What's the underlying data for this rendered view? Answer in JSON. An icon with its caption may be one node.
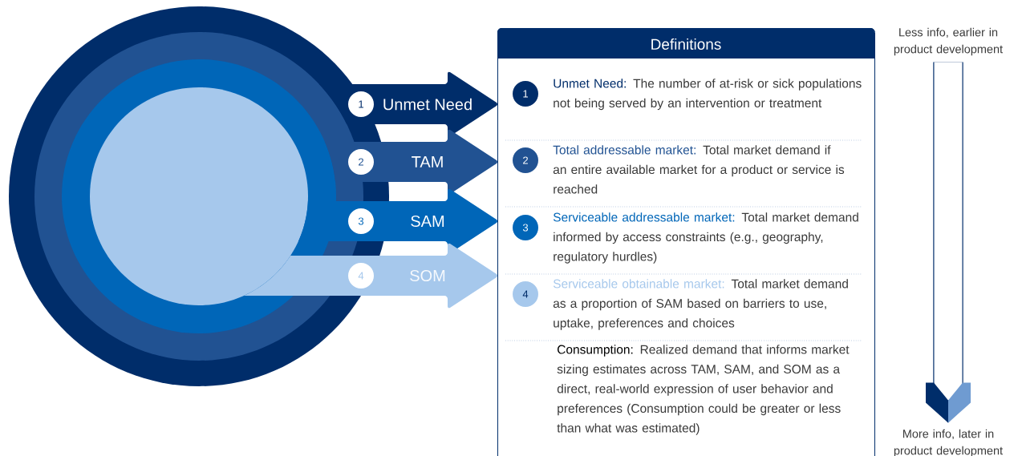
{
  "diagram": {
    "nodes": [
      {
        "text": [
          "1",
          "Unmet Need"
        ]
      },
      {
        "text": [
          "2",
          "TAM"
        ]
      },
      {
        "text": [
          "3",
          "SAM"
        ]
      },
      {
        "text": [
          "4",
          "SOM"
        ]
      },
      {
        "text": [
          "Definitions"
        ]
      },
      {
        "text": [
          "1",
          "Unmet Need:",
          "The number of at-risk or sick populations not being served by an intervention or treatment"
        ],
        "in": 4
      },
      {
        "text": [
          "2",
          "Total addressable market:",
          "Total market demand if an entire available market for a product or service is reached"
        ],
        "in": 4
      },
      {
        "text": [
          "3",
          "Serviceable addressable market:",
          "Total market demand informed by access constraints (e.g., geography, regulatory hurdles)"
        ],
        "in": 4
      },
      {
        "text": [
          "4",
          "Serviceable obtainable market:",
          "Total market demand as a proportion of SAM based on barriers to use, uptake, preferences and choices"
        ],
        "in": 4
      },
      {
        "text": [
          "Consumption:",
          "Realized demand that informs market sizing estimates across TAM, SAM, and SOM as a direct, real-world expression of user behavior and preferences (Consumption could be greater or less than what was estimated)"
        ],
        "in": 4
      },
      {
        "text": [
          "Less info, earlier in product development"
        ]
      },
      {
        "text": [
          "More info, later in product development"
        ]
      }
    ],
    "edges": [
      {
        "from": 10,
        "to": 11,
        "arrow": "to"
      }
    ]
  }
}
